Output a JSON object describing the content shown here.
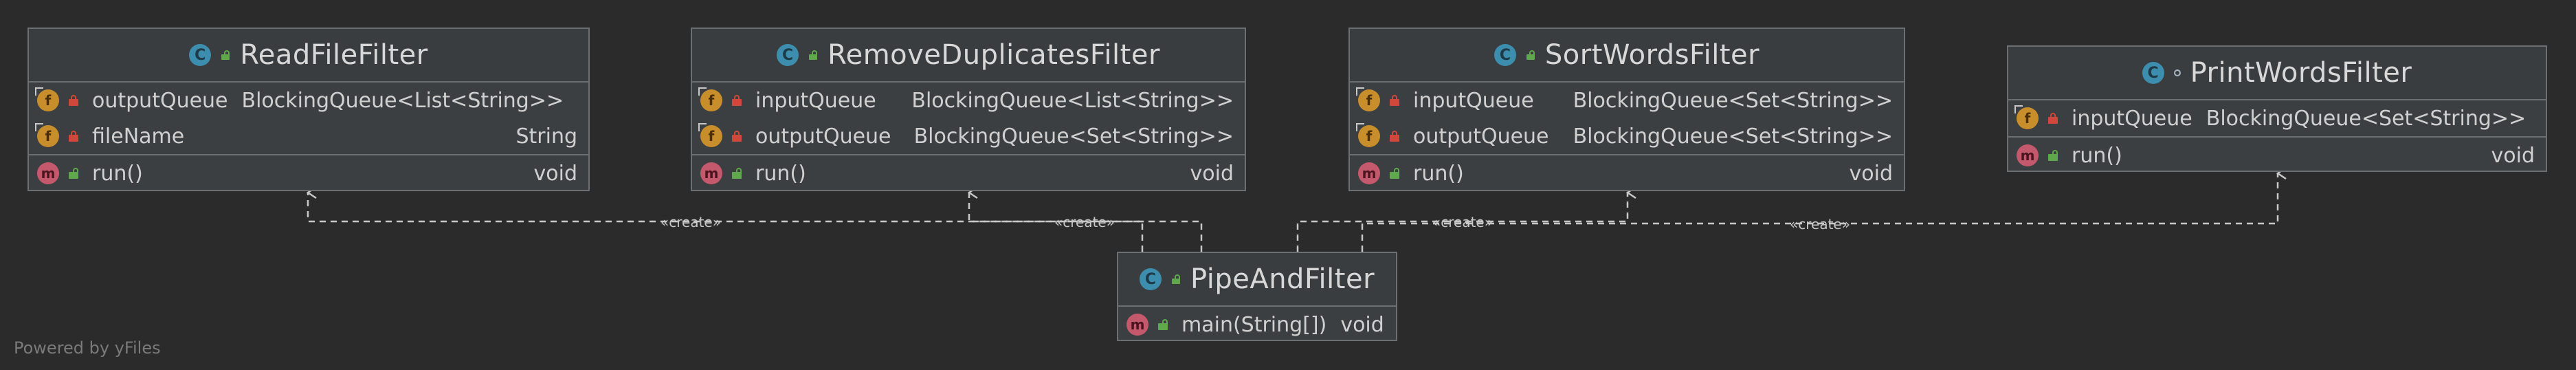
{
  "diagram": {
    "classes": [
      {
        "id": "readfile",
        "name": "ReadFileFilter",
        "kind_icon": "C",
        "visibility_icon": "open-lock-icon",
        "fields": [
          {
            "name": "outputQueue",
            "type": "BlockingQueue<List<String>>"
          },
          {
            "name": "fileName",
            "type": "String"
          }
        ],
        "methods": [
          {
            "name": "run()",
            "type": "void"
          }
        ]
      },
      {
        "id": "removedup",
        "name": "RemoveDuplicatesFilter",
        "kind_icon": "C",
        "visibility_icon": "open-lock-icon",
        "fields": [
          {
            "name": "inputQueue",
            "type": "BlockingQueue<List<String>>"
          },
          {
            "name": "outputQueue",
            "type": "BlockingQueue<Set<String>>"
          }
        ],
        "methods": [
          {
            "name": "run()",
            "type": "void"
          }
        ]
      },
      {
        "id": "sortwords",
        "name": "SortWordsFilter",
        "kind_icon": "C",
        "visibility_icon": "open-lock-icon",
        "fields": [
          {
            "name": "inputQueue",
            "type": "BlockingQueue<Set<String>>"
          },
          {
            "name": "outputQueue",
            "type": "BlockingQueue<Set<String>>"
          }
        ],
        "methods": [
          {
            "name": "run()",
            "type": "void"
          }
        ]
      },
      {
        "id": "printwords",
        "name": "PrintWordsFilter",
        "kind_icon": "C",
        "visibility_icon": "package-private-icon",
        "fields": [
          {
            "name": "inputQueue",
            "type": "BlockingQueue<Set<String>>"
          }
        ],
        "methods": [
          {
            "name": "run()",
            "type": "void"
          }
        ]
      },
      {
        "id": "pipeandfilter",
        "name": "PipeAndFilter",
        "kind_icon": "C",
        "visibility_icon": "open-lock-icon",
        "fields": [],
        "methods": [
          {
            "name": "main(String[])",
            "type": "void"
          }
        ]
      }
    ],
    "member_icons": {
      "field": "f",
      "method": "m"
    },
    "edges": [
      {
        "from": "pipeandfilter",
        "to": "readfile",
        "label": "«create»"
      },
      {
        "from": "pipeandfilter",
        "to": "removedup",
        "label": "«create»"
      },
      {
        "from": "pipeandfilter",
        "to": "sortwords",
        "label": "«create»"
      },
      {
        "from": "pipeandfilter",
        "to": "printwords",
        "label": "«create»"
      }
    ]
  },
  "footer": "Powered by yFiles",
  "colors": {
    "background": "#2b2b2b",
    "node_fill": "#3c3f41",
    "node_border": "#6b6f72",
    "edge": "#c8c8c8",
    "class_icon": "#3d8eae",
    "field_icon": "#c98e2c",
    "method_icon": "#c4596d",
    "private_lock": "#d0473c",
    "public_lock": "#5fa84c"
  }
}
